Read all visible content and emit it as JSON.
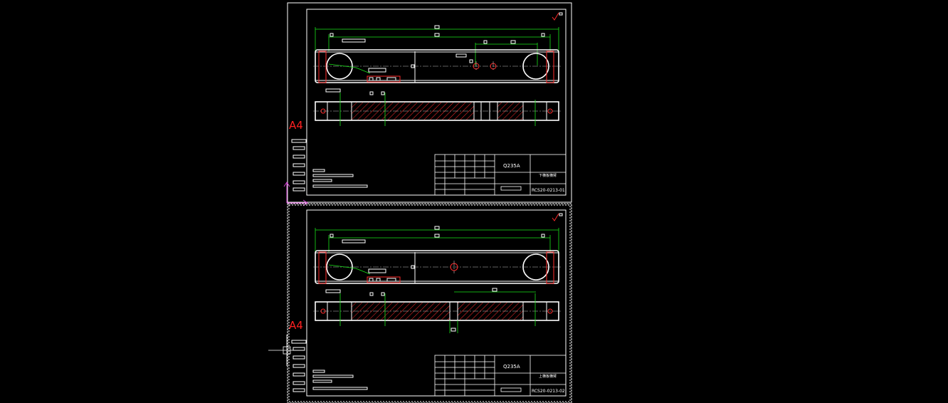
{
  "sheets": [
    {
      "size_label": "A4",
      "material": "Q235A",
      "part_name": "下横板横臂",
      "drawing_number": "RCS20-0213-01"
    },
    {
      "size_label": "A4",
      "material": "Q235A",
      "part_name": "上横板横臂",
      "drawing_number": "RCS20-0213-02"
    }
  ],
  "colors": {
    "background": "#000000",
    "geometry": "#ffffff",
    "dimension": "#19e419",
    "hatch": "#ff2a2a",
    "ucs_axis": "#d040d0"
  }
}
